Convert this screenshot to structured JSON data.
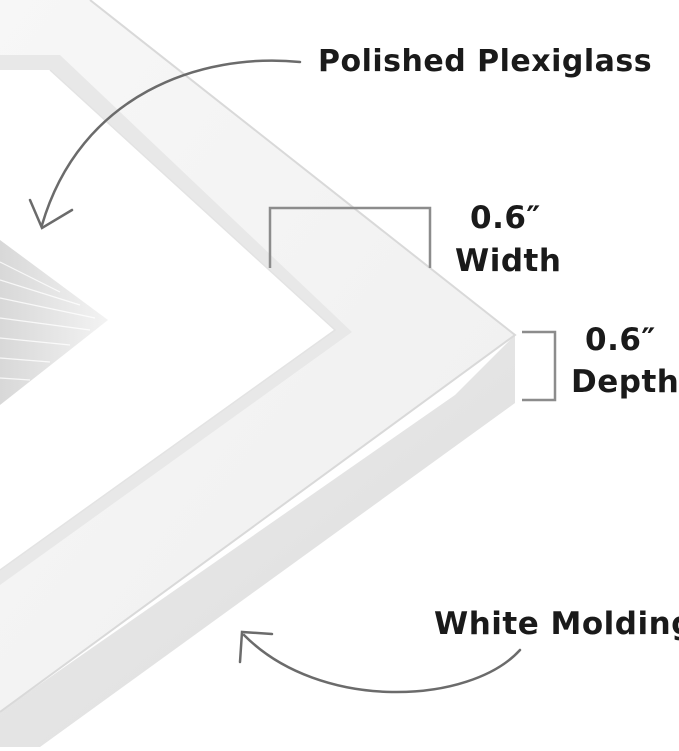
{
  "callouts": {
    "plexiglass": "Polished Plexiglass",
    "width_value": "0.6″",
    "width_label": "Width",
    "depth_value": "0.6″",
    "depth_label": "Depth",
    "molding": "White Molding"
  },
  "colors": {
    "background": "#ffffff",
    "text": "#1a1a1a",
    "arrow": "#6b6b6b",
    "frame_face": "#f4f4f4",
    "frame_side": "#e6e6e6",
    "mat": "#ffffff"
  },
  "icons": {
    "plexiglass_arrow": "curved-arrow-icon",
    "molding_arrow": "curved-arrow-icon",
    "width_bracket": "dimension-bracket-icon",
    "depth_bracket": "dimension-bracket-icon"
  }
}
